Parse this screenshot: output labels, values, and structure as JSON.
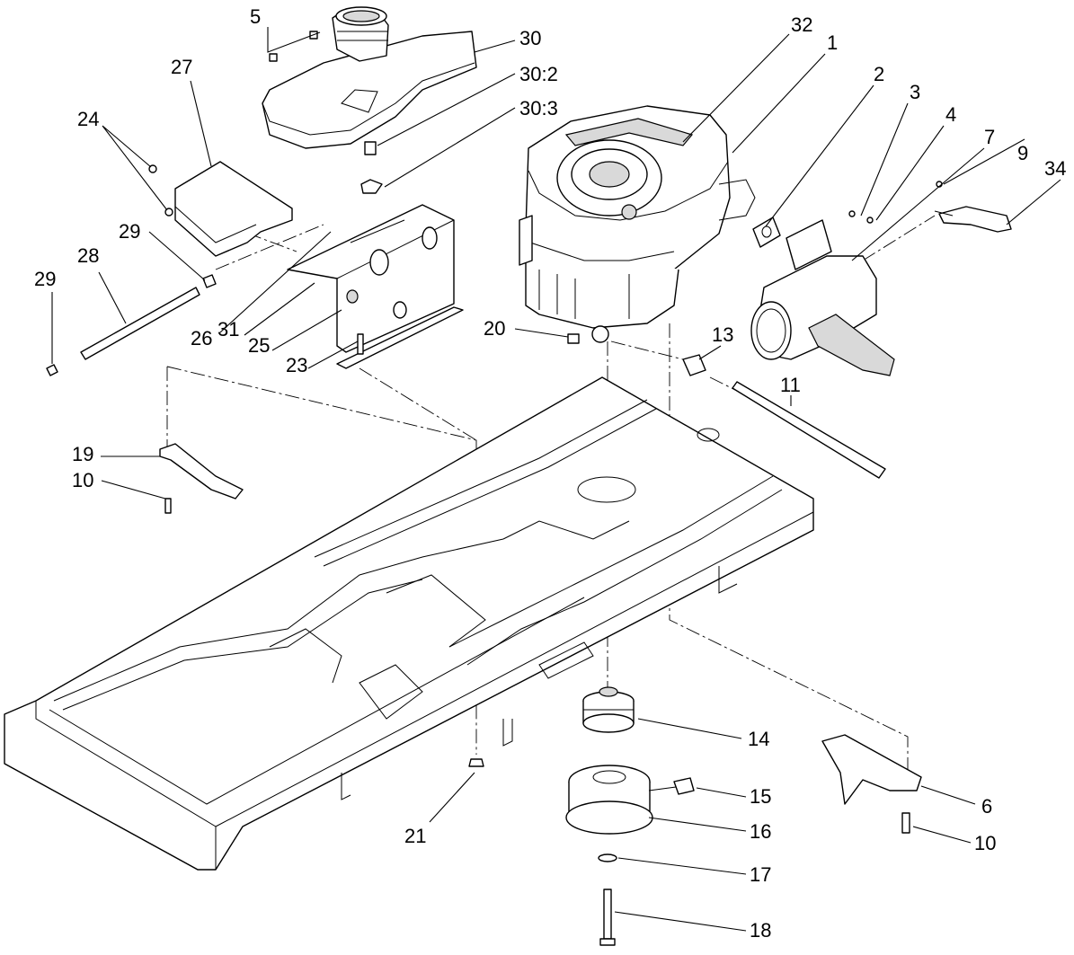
{
  "diagram": {
    "callouts": {
      "c1": "1",
      "c2": "2",
      "c3": "3",
      "c4": "4",
      "c5": "5",
      "c6": "6",
      "c7": "7",
      "c9": "9",
      "c10a": "10",
      "c10b": "10",
      "c11": "11",
      "c13": "13",
      "c14": "14",
      "c15": "15",
      "c16": "16",
      "c17": "17",
      "c18": "18",
      "c19": "19",
      "c20": "20",
      "c21": "21",
      "c23": "23",
      "c24": "24",
      "c25": "25",
      "c26": "26",
      "c27": "27",
      "c28": "28",
      "c29a": "29",
      "c29b": "29",
      "c30": "30",
      "c30_2": "30:2",
      "c30_3": "30:3",
      "c31": "31",
      "c32": "32",
      "c34": "34"
    }
  }
}
